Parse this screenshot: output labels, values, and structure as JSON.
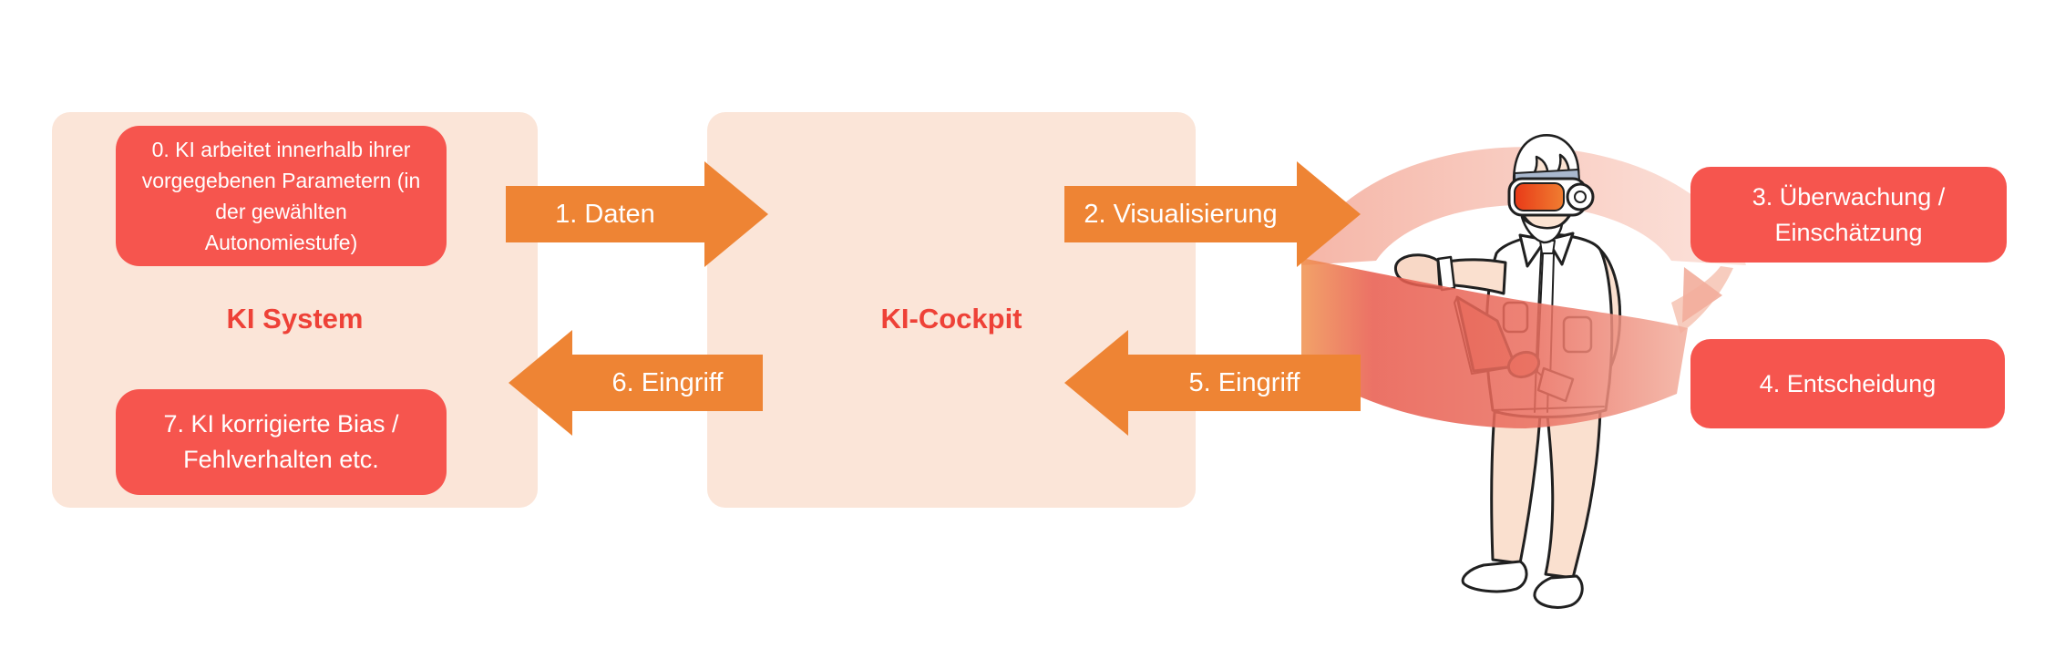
{
  "colors": {
    "panel_bg": "#FBE5D8",
    "step_red": "#F6554E",
    "title_red": "#EE4137",
    "arrow_orange": "#EE8434",
    "text_on_red": "#FFFFFF",
    "background": "#FFFFFF"
  },
  "panels": {
    "ki_system": {
      "title": "KI System",
      "step0": "0. KI arbeitet innerhalb ihrer\nvorgegebenen Parametern (in\nder gewählten\nAutonomiestufe)",
      "step7": "7. KI korrigierte Bias /\nFehlverhalten etc."
    },
    "ki_cockpit": {
      "title": "KI-Cockpit"
    }
  },
  "arrows": [
    {
      "id": "daten",
      "label": "1. Daten",
      "direction": "right"
    },
    {
      "id": "visualisierung",
      "label": "2. Visualisierung",
      "direction": "right"
    },
    {
      "id": "eingriff-cockpit",
      "label": "5. Eingriff",
      "direction": "left"
    },
    {
      "id": "eingriff-ki",
      "label": "6. Eingriff",
      "direction": "left"
    }
  ],
  "human": {
    "illustration": "operator-with-vr-headset-and-tablet",
    "cycle": "feedback-loop-ribbon",
    "step3": "3. Überwachung /\nEinschätzung",
    "step4": "4. Entscheidung"
  }
}
